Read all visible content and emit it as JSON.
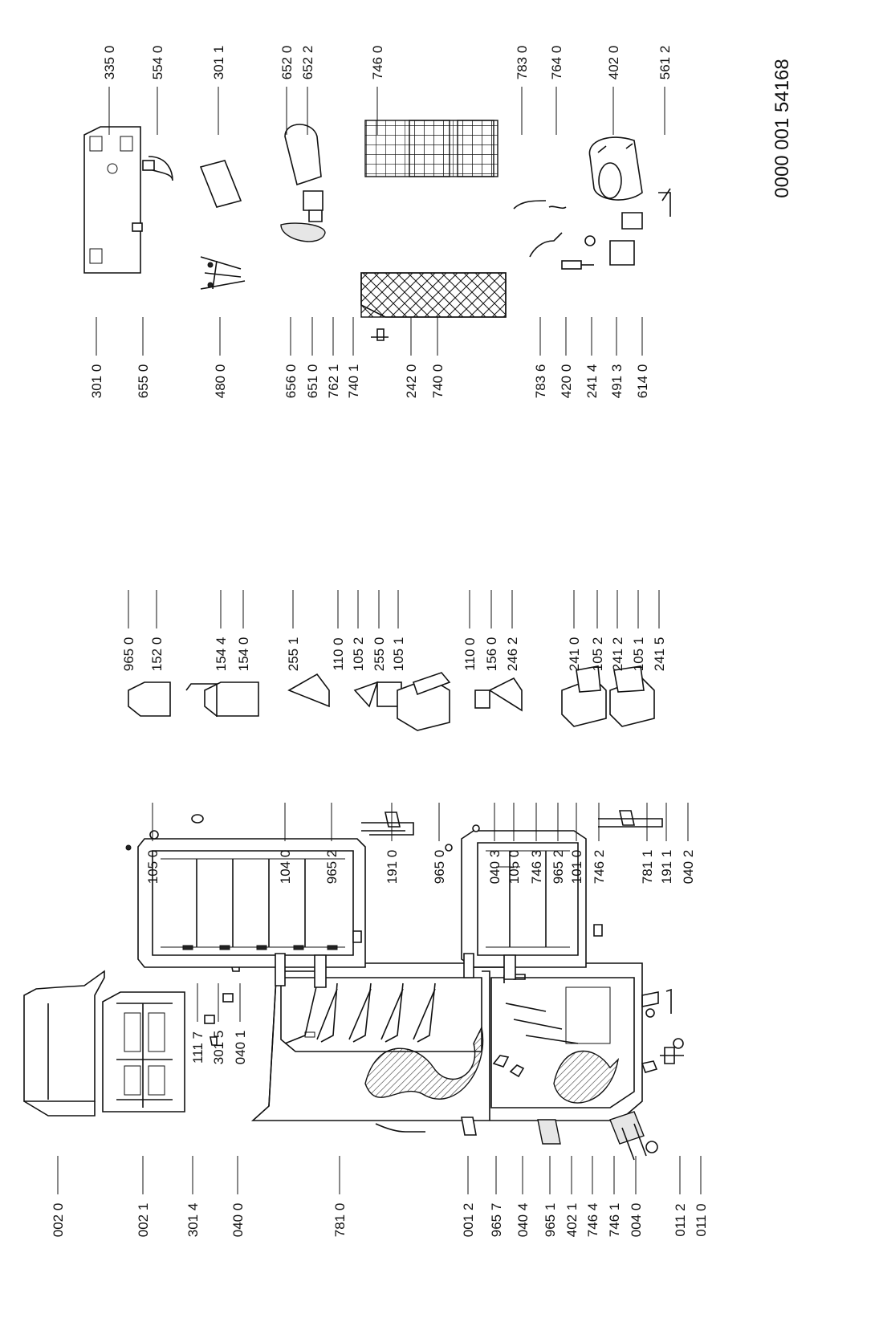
{
  "document_number": "0000 001 54168",
  "columns": [
    {
      "id": "col1",
      "labels": [
        "002 0",
        "002 1",
        "301 4",
        "040 0",
        "781 0",
        "001 2",
        "965 7",
        "040 4",
        "965 1",
        "402 1",
        "746 4",
        "746 1",
        "004 0",
        "011 2",
        "011 0"
      ]
    },
    {
      "id": "col2",
      "labels": [
        "111 7",
        "301 5",
        "040 1"
      ]
    },
    {
      "id": "col3",
      "labels": [
        "105 0",
        "104 0",
        "965 2",
        "191 0",
        "965 0",
        "040 3",
        "105 0",
        "746 3",
        "965 2",
        "101 0",
        "746 2",
        "781 1",
        "191 1",
        "040 2"
      ]
    },
    {
      "id": "col4",
      "labels": [
        "965 0",
        "152 0",
        "154 4",
        "154 0",
        "255 1",
        "110 0",
        "105 2",
        "255 0",
        "105 1",
        "110 0",
        "156 0",
        "246 2",
        "241 0",
        "105 2",
        "241 2",
        "105 1",
        "241 5"
      ]
    },
    {
      "id": "col5",
      "labels": [
        "301 0",
        "655 0",
        "480 0",
        "656 0",
        "651 0",
        "762 1",
        "740 1",
        "242 0",
        "740 0",
        "783 6",
        "420 0",
        "241 4",
        "491 3",
        "614 0"
      ]
    },
    {
      "id": "col6",
      "labels": [
        "335 0",
        "554 0",
        "301 1",
        "652 0",
        "652 2",
        "746 0",
        "783 0",
        "764 0",
        "402 0",
        "561 2"
      ]
    }
  ]
}
